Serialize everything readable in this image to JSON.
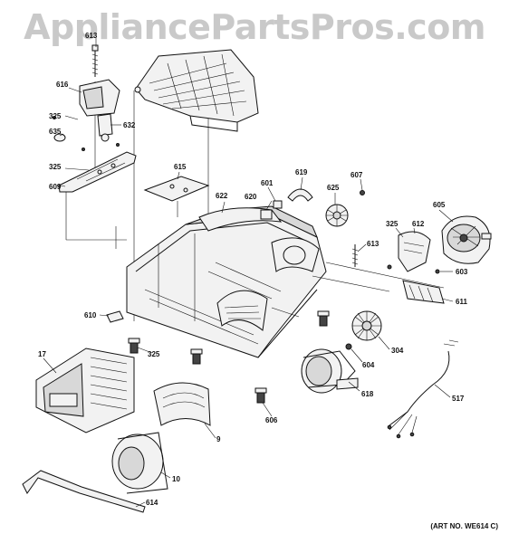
{
  "watermark": "AppliancePartsPros.com",
  "art_number": "(ART NO. WE614 C)",
  "callouts": [
    {
      "key": "613a",
      "text": "613"
    },
    {
      "key": "616",
      "text": "616"
    },
    {
      "key": "325a",
      "text": "325"
    },
    {
      "key": "632",
      "text": "632"
    },
    {
      "key": "635",
      "text": "635"
    },
    {
      "key": "325b",
      "text": "325"
    },
    {
      "key": "609",
      "text": "609"
    },
    {
      "key": "615",
      "text": "615"
    },
    {
      "key": "622",
      "text": "622"
    },
    {
      "key": "601",
      "text": "601"
    },
    {
      "key": "620",
      "text": "620"
    },
    {
      "key": "619",
      "text": "619"
    },
    {
      "key": "625",
      "text": "625"
    },
    {
      "key": "607",
      "text": "607"
    },
    {
      "key": "605",
      "text": "605"
    },
    {
      "key": "325c",
      "text": "325"
    },
    {
      "key": "612",
      "text": "612"
    },
    {
      "key": "613b",
      "text": "613"
    },
    {
      "key": "603",
      "text": "603"
    },
    {
      "key": "611",
      "text": "611"
    },
    {
      "key": "610",
      "text": "610"
    },
    {
      "key": "325d",
      "text": "325"
    },
    {
      "key": "17",
      "text": "17"
    },
    {
      "key": "304",
      "text": "304"
    },
    {
      "key": "604",
      "text": "604"
    },
    {
      "key": "618",
      "text": "618"
    },
    {
      "key": "517",
      "text": "517"
    },
    {
      "key": "606",
      "text": "606"
    },
    {
      "key": "9",
      "text": "9"
    },
    {
      "key": "10",
      "text": "10"
    },
    {
      "key": "614",
      "text": "614"
    }
  ]
}
